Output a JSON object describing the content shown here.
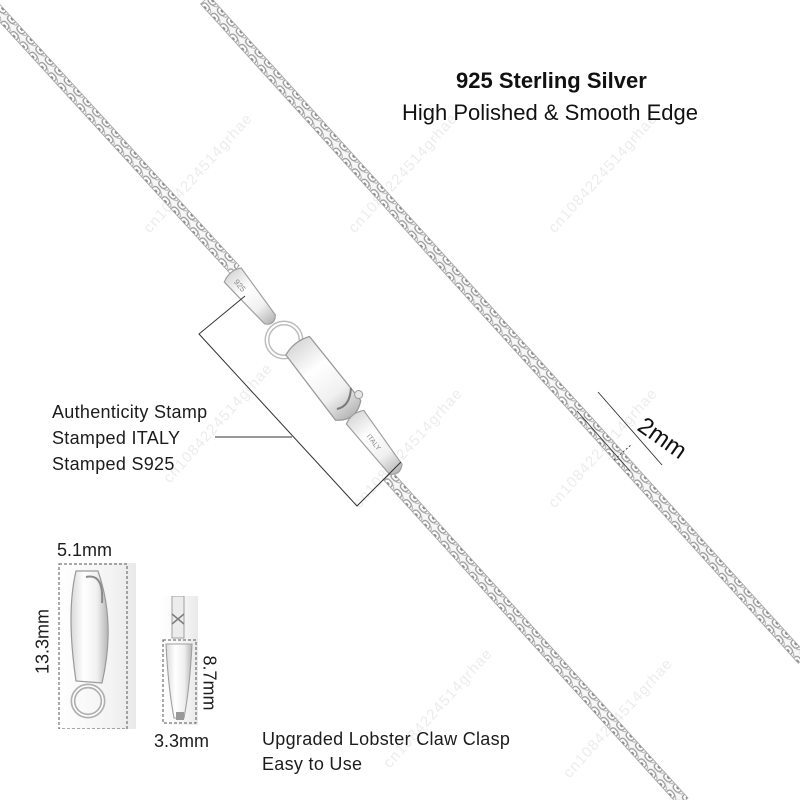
{
  "product": {
    "title": "925 Sterling Silver",
    "subtitle": "High Polished & Smooth Edge"
  },
  "stamp_callout": {
    "lines": [
      "Authenticity Stamp",
      "Stamped ITALY",
      "Stamped S925"
    ]
  },
  "chain_width": {
    "label": "2mm"
  },
  "clasp_dimensions": {
    "lobster_width": "5.1mm",
    "lobster_length": "13.3mm",
    "tag_length": "8.7mm",
    "tag_width": "3.3mm"
  },
  "clasp_callout": {
    "lines": [
      "Upgraded Lobster Claw Clasp",
      "Easy to Use"
    ]
  },
  "stamps": {
    "tag_stamp": "925",
    "end_stamp": "ITALY"
  },
  "watermark": {
    "text": "cn1084224514grhae"
  },
  "colors": {
    "background": "#ffffff",
    "text": "#1a1a1a",
    "silver_light": "#f4f4f4",
    "silver_mid": "#c8c8c8",
    "silver_dark": "#8a8a8a",
    "line": "#333333"
  }
}
